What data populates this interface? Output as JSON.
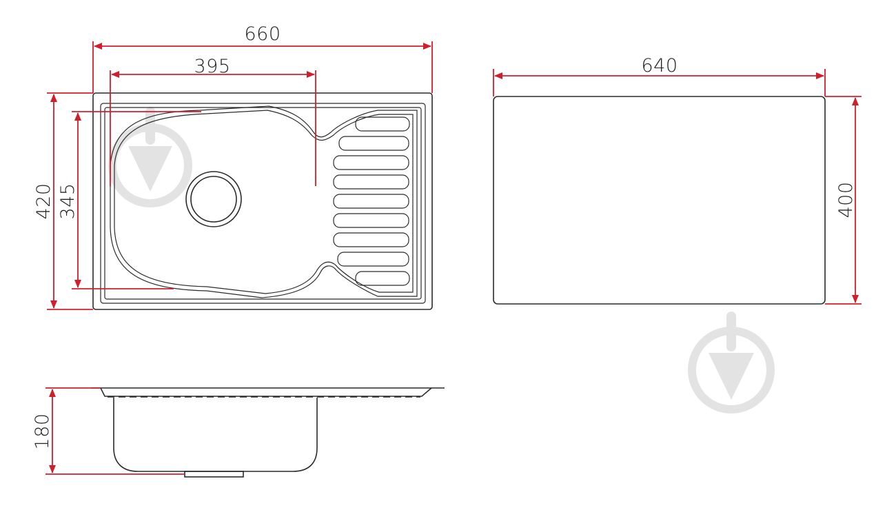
{
  "colors": {
    "dimension_line": "#d21e2b",
    "outline": "#2a2a2a",
    "watermark": "#e3e3e3"
  },
  "icons": {
    "watermark": "download-arrow-circle-icon"
  },
  "dimensions": {
    "top_overall_width": "660",
    "top_bowl_width": "395",
    "top_overall_height": "420",
    "top_bowl_height": "345",
    "cutout_width": "640",
    "cutout_height": "400",
    "side_depth": "180"
  }
}
